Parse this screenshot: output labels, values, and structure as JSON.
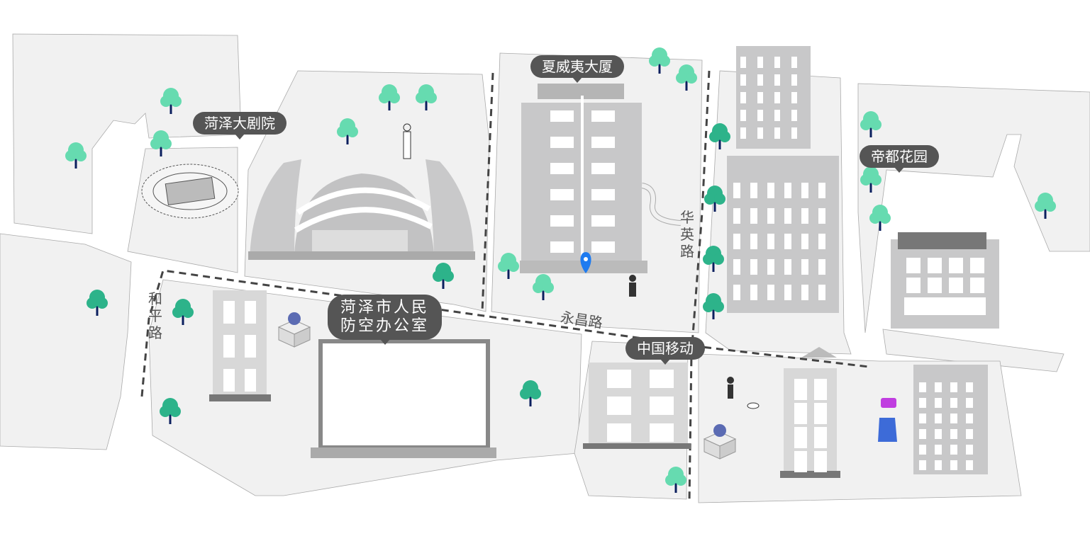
{
  "pois": {
    "xiaweiyi": "夏威夷大厦",
    "theater": "菏泽大剧院",
    "didu": "帝都花园",
    "civil_defense_line1": "菏泽市人民",
    "civil_defense_line2": "防空办公室",
    "china_mobile": "中国移动"
  },
  "roads": {
    "huaying": "华英路",
    "heping": "和平路",
    "yongchang": "永昌路"
  },
  "colors": {
    "block": "#f1f1f1",
    "building": "#c8c8c9",
    "tree_light": "#66dbb0",
    "tree_dark": "#2db38a",
    "label_bg": "#555555",
    "pin": "#1e7bf0"
  }
}
